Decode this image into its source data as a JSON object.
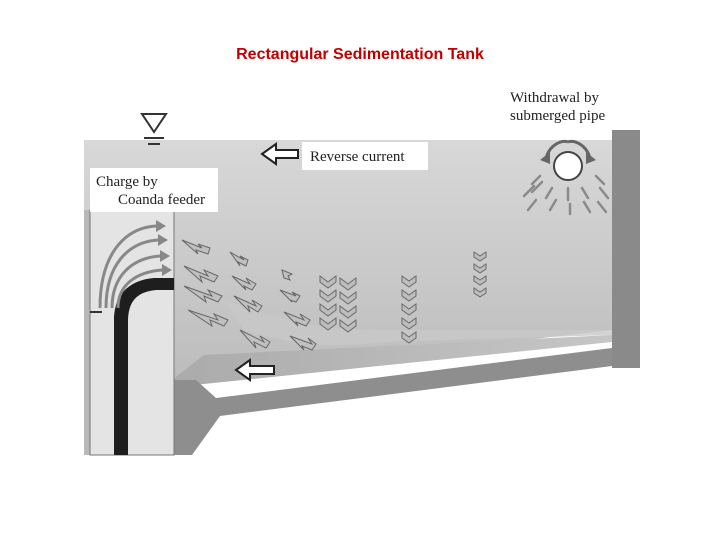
{
  "slide": {
    "title": "Rectangular Sedimentation Tank",
    "title_color": "#c00000"
  },
  "figure": {
    "labels": {
      "withdrawal_line1": "Withdrawal by",
      "withdrawal_line2": "submerged pipe",
      "reverse_current": "Reverse current",
      "charge_line1": "Charge by",
      "charge_line2": "Coanda feeder"
    },
    "icons": [
      "water-level-icon",
      "flow-arrow-icon",
      "withdrawal-pipe-icon"
    ]
  }
}
